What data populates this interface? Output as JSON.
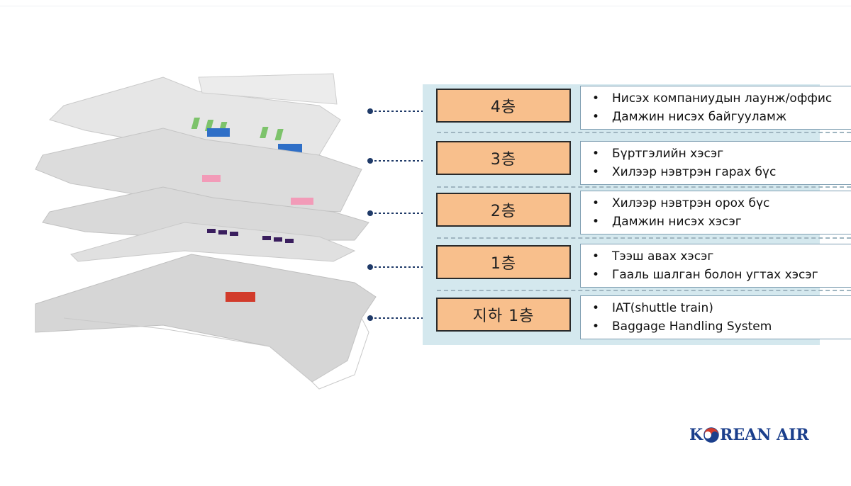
{
  "colors": {
    "floor_box": "#f8bf8c",
    "panel_bg": "#d4e8ee",
    "connector": "#1f3a68",
    "map_floor": "#d9d9d9",
    "green": "#7dc36b",
    "blue": "#2f6fc7",
    "pink": "#f29bb8",
    "purple": "#3a1e5e",
    "red": "#d23b2b"
  },
  "floors": [
    {
      "label": "4층",
      "items": [
        "Нисэх компаниудын лаунж/оффис",
        "Дамжин нисэх байгууламж"
      ]
    },
    {
      "label": "3층",
      "items": [
        "Бүртгэлийн хэсэг",
        "Хилээр нэвтрэн гарах бүс"
      ]
    },
    {
      "label": "2층",
      "items": [
        "Хилээр нэвтрэн орох бүс",
        "Дамжин нисэх хэсэг"
      ]
    },
    {
      "label": "1층",
      "items": [
        "Тээш авах хэсэг",
        "Гааль шалган болон угтах хэсэг"
      ]
    },
    {
      "label": "지하 1층",
      "items": [
        "IAT(shuttle train)",
        "Baggage Handling System"
      ]
    }
  ],
  "bullet": "•",
  "logo": {
    "left": "K",
    "right": "REAN AIR",
    "icon": "taeguk-icon"
  }
}
